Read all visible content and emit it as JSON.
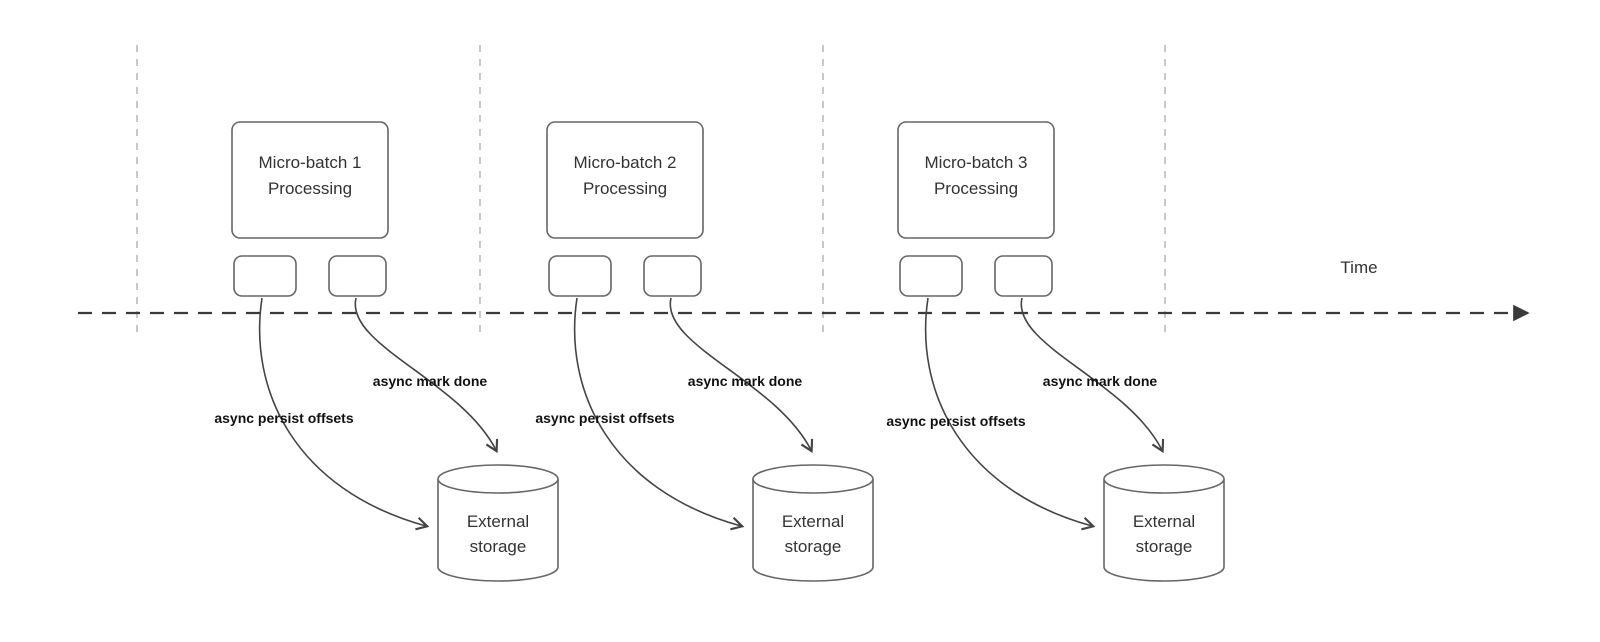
{
  "diagram": {
    "time_axis_label": "Time",
    "colors": {
      "box_stroke": "#666666",
      "guide_stroke": "#b8bcc0",
      "axis_stroke": "#3a3a3a",
      "arrow_stroke": "#444444",
      "label_color": "#111111",
      "text_color": "#333333",
      "background": "#ffffff"
    },
    "groups": [
      {
        "title_line1": "Micro-batch 1",
        "title_line2": "Processing",
        "persist_arrow_label": "async persist offsets",
        "done_arrow_label": "async mark done",
        "storage_line1": "External",
        "storage_line2": "storage"
      },
      {
        "title_line1": "Micro-batch 2",
        "title_line2": "Processing",
        "persist_arrow_label": "async persist offsets",
        "done_arrow_label": "async mark done",
        "storage_line1": "External",
        "storage_line2": "storage"
      },
      {
        "title_line1": "Micro-batch 3",
        "title_line2": "Processing",
        "persist_arrow_label": "async persist offsets",
        "done_arrow_label": "async mark done",
        "storage_line1": "External",
        "storage_line2": "storage"
      }
    ]
  }
}
